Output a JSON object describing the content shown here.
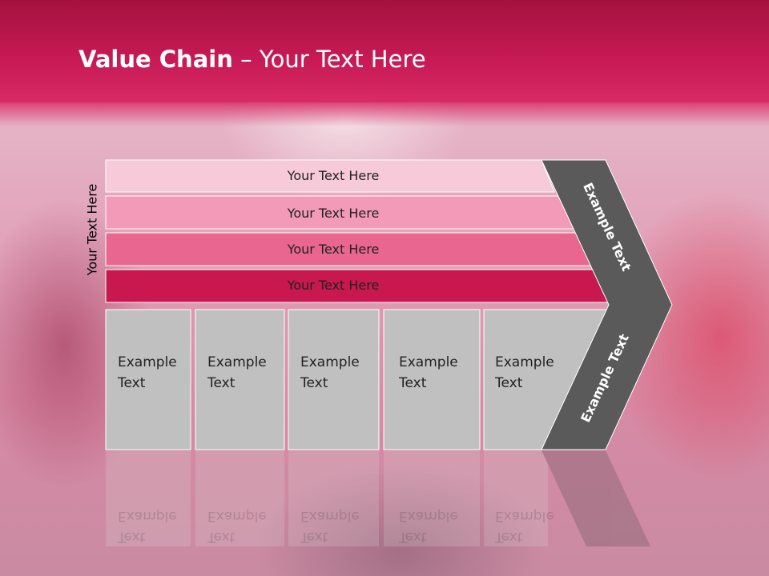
{
  "title": {
    "bold": "Value Chain",
    "rest": " – Your Text Here"
  },
  "side_label": "Your Text Here",
  "rows": [
    {
      "label": "Your Text Here",
      "color": "#f7cad9"
    },
    {
      "label": "Your Text Here",
      "color": "#f29ab8"
    },
    {
      "label": "Your Text Here",
      "color": "#e8668f"
    },
    {
      "label": "Your Text Here",
      "color": "#c8184f"
    }
  ],
  "cells": [
    {
      "line1": "Example",
      "line2": "Text"
    },
    {
      "line1": "Example",
      "line2": "Text"
    },
    {
      "line1": "Example",
      "line2": "Text"
    },
    {
      "line1": "Example",
      "line2": "Text"
    },
    {
      "line1": "Example",
      "line2": "Text"
    }
  ],
  "arrow_top": "Example Text",
  "arrow_bottom": "Example Text",
  "colors": {
    "header": "#c81a55",
    "cell": "#c0c0c0",
    "arrow": "#5a5a5a"
  }
}
